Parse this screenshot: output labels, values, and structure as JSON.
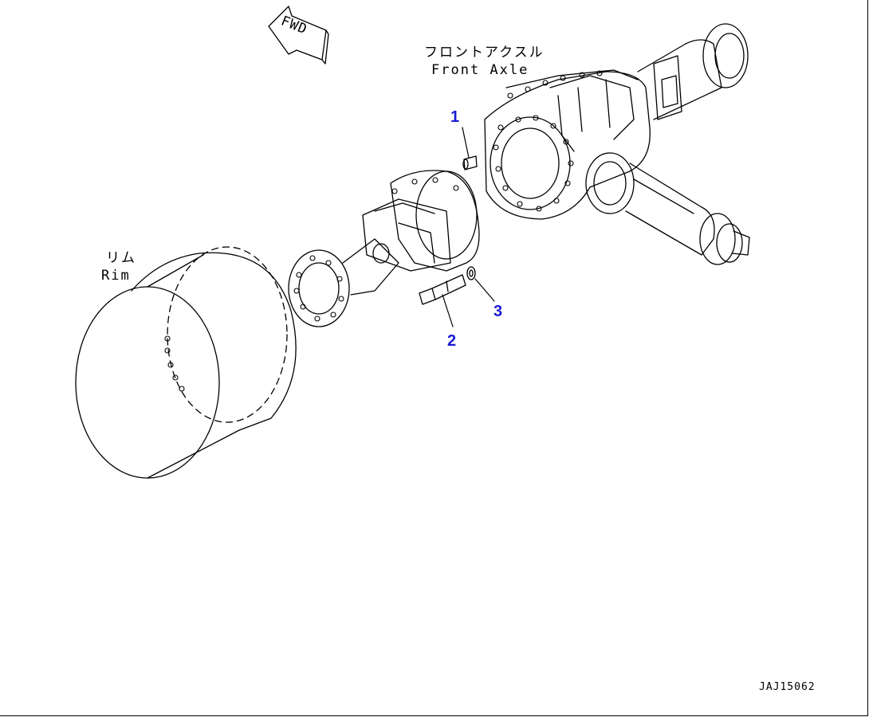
{
  "colors": {
    "line": "#000000",
    "callout": "#1a1ad6",
    "background": "#ffffff"
  },
  "labels": {
    "front_axle_jp": "フロントアクスル",
    "front_axle_en": "Front Axle",
    "rim_jp": "リム",
    "rim_en": "Rim",
    "fwd": "FWD",
    "drawing_code": "JAJ15062"
  },
  "callouts": [
    {
      "number": "1"
    },
    {
      "number": "2"
    },
    {
      "number": "3"
    }
  ]
}
